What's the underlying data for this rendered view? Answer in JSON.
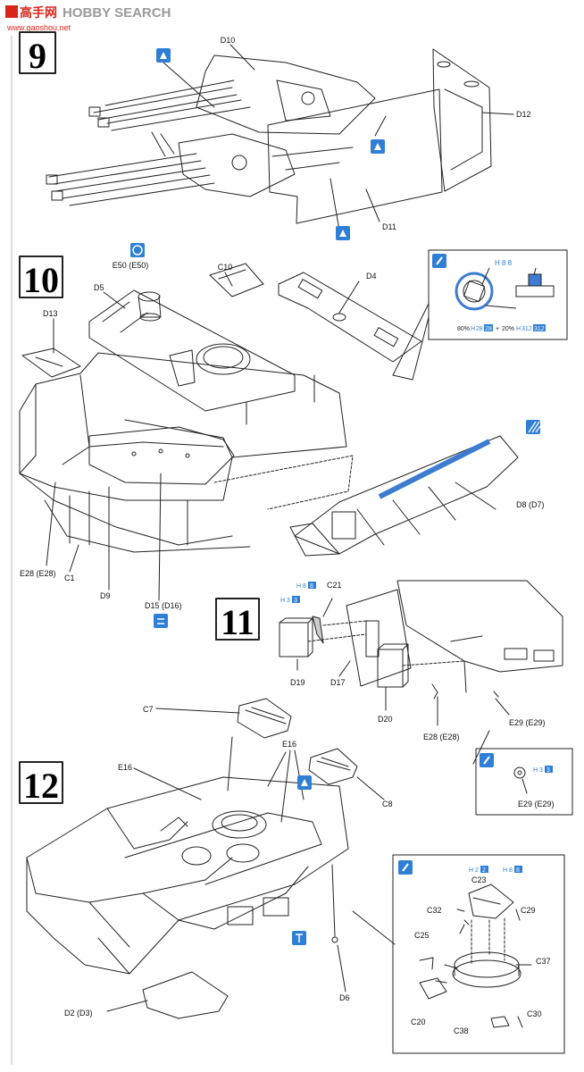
{
  "watermark": {
    "brand": "HOBBY SEARCH",
    "logo_cjk": "高手网",
    "url": "www.gaoshou.net",
    "accent": "#d9261c"
  },
  "colors": {
    "icon_blue": "#2f7fd6",
    "paint_stripe": "#3d7cd0",
    "line": "#222222"
  },
  "steps": [
    {
      "number": "9",
      "parts": [
        "D10",
        "D12",
        "D11"
      ],
      "icons": [
        "glue-tube-icon",
        "glue-tube-icon",
        "glue-tube-icon"
      ]
    },
    {
      "number": "10",
      "parts": [
        "C10",
        "D4",
        "D5",
        "E50 (E50)",
        "D13",
        "D8 (D7)",
        "E28 (E28)",
        "C1",
        "D9",
        "D15 (D16)"
      ],
      "callout": {
        "part": "D5",
        "paint_codes": [
          "H 8 8"
        ],
        "mix_note": "80% H 28 28 + 20% H 312 312",
        "mix_parts": {
          "pct1": "80%",
          "h1": "H",
          "c1a": "28",
          "c1b": "28",
          "plus": "+",
          "pct2": "20%",
          "h2": "H",
          "c2a": "312",
          "c2b": "312"
        }
      },
      "icons": [
        "rotate-icon",
        "flip-icon",
        "paint-brush-icon",
        "striped-paint-icon"
      ]
    },
    {
      "number": "11",
      "parts": [
        "C21",
        "D19",
        "D17",
        "D20",
        "E28 (E28)",
        "E29 (E29)"
      ],
      "paint_codes": [
        {
          "h": "H",
          "a": "8",
          "b": "8"
        },
        {
          "h": "H",
          "a": "3",
          "b": "3"
        }
      ],
      "callout": {
        "part": "E29 (E29)",
        "paint": {
          "h": "H",
          "a": "3",
          "b": "3"
        }
      }
    },
    {
      "number": "12",
      "parts": [
        "C7",
        "E16",
        "E16",
        "C8",
        "D2 (D3)",
        "D6"
      ],
      "callout": {
        "parts": [
          "C23",
          "C32",
          "C29",
          "C25",
          "C37",
          "C20",
          "C38",
          "C30"
        ],
        "paint": [
          {
            "h": "H",
            "a": "2",
            "b": "2"
          },
          {
            "h": "H",
            "a": "8",
            "b": "8"
          }
        ]
      }
    }
  ]
}
